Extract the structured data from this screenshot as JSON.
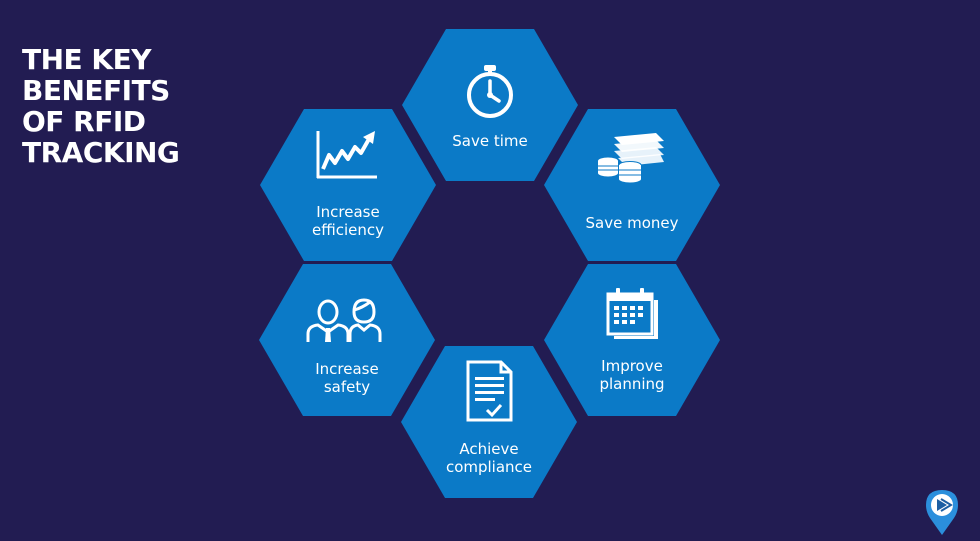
{
  "title": {
    "lines": [
      "THE KEY",
      "BENEFITS",
      "OF RFID",
      "TRACKING"
    ]
  },
  "benefits": [
    {
      "label": [
        "Save time"
      ],
      "icon": "stopwatch-icon"
    },
    {
      "label": [
        "Save money"
      ],
      "icon": "money-stack-icon"
    },
    {
      "label": [
        "Improve",
        "planning"
      ],
      "icon": "calendar-icon"
    },
    {
      "label": [
        "Achieve",
        "compliance"
      ],
      "icon": "document-check-icon"
    },
    {
      "label": [
        "Increase",
        "safety"
      ],
      "icon": "people-icon"
    },
    {
      "label": [
        "Increase",
        "efficiency"
      ],
      "icon": "growth-chart-icon"
    }
  ],
  "colors": {
    "background": "#221c52",
    "hexagon": "#0b7ac7",
    "text": "#ffffff"
  },
  "logo": {
    "icon": "brand-logo-icon"
  }
}
